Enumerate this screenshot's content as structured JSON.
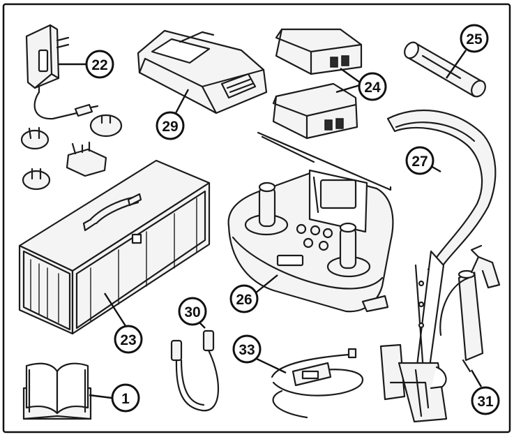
{
  "callouts": [
    {
      "id": "c22",
      "label": "22"
    },
    {
      "id": "c29",
      "label": "29"
    },
    {
      "id": "c24",
      "label": "24"
    },
    {
      "id": "c25",
      "label": "25"
    },
    {
      "id": "c27",
      "label": "27"
    },
    {
      "id": "c23",
      "label": "23"
    },
    {
      "id": "c26",
      "label": "26"
    },
    {
      "id": "c30",
      "label": "30"
    },
    {
      "id": "c33",
      "label": "33"
    },
    {
      "id": "c1",
      "label": "1"
    },
    {
      "id": "c31",
      "label": "31"
    }
  ],
  "colors": {
    "line": "#1b1b1b",
    "fill": "#f4f4f4",
    "background": "#ffffff"
  }
}
